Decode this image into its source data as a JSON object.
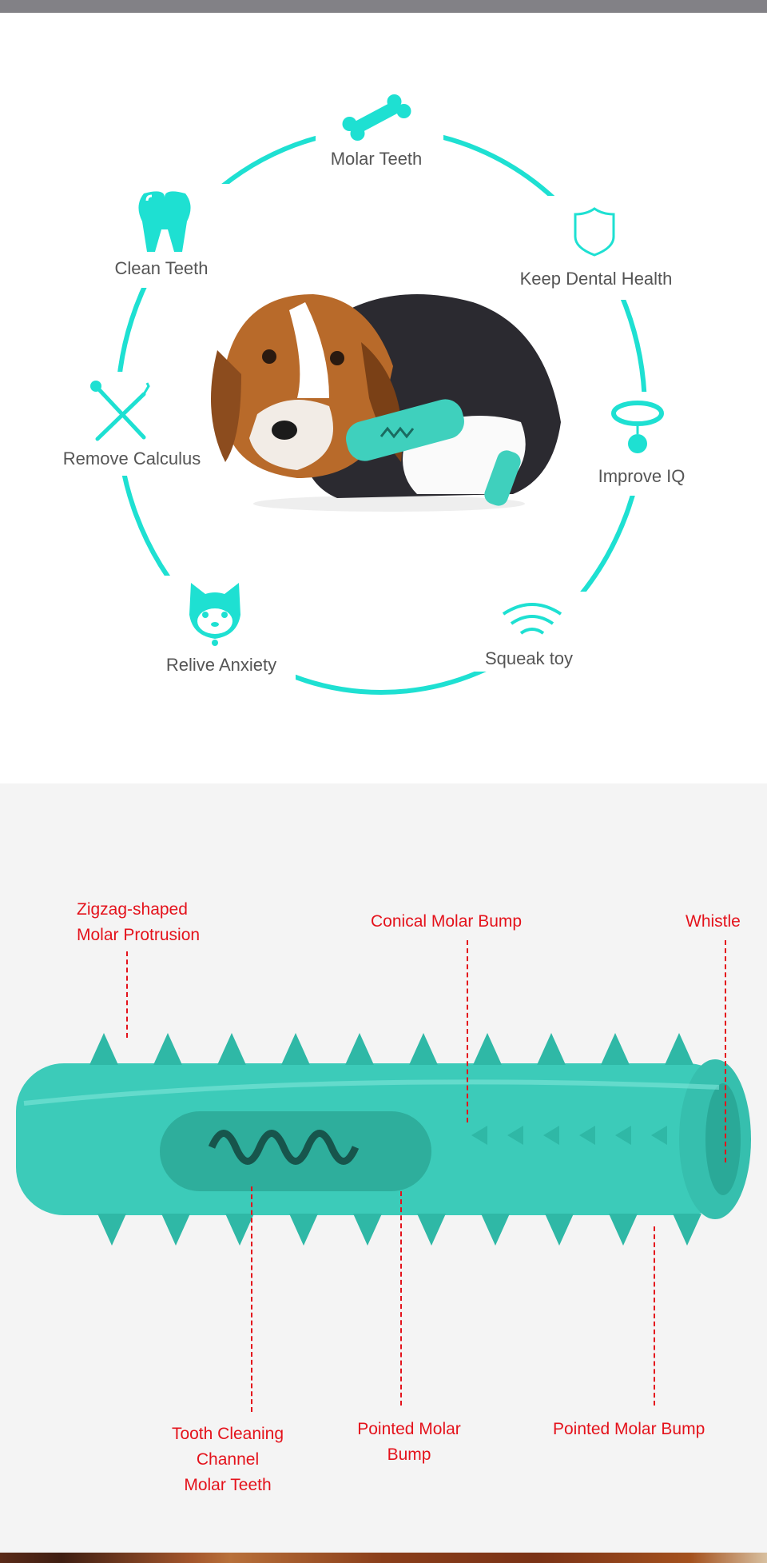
{
  "benefits": {
    "accent_color": "#1ee0d2",
    "items": [
      {
        "label": "Molar Teeth",
        "icon": "bone-icon"
      },
      {
        "label": "Clean Teeth",
        "icon": "tooth-icon"
      },
      {
        "label": "Keep Dental Health",
        "icon": "shield-icon"
      },
      {
        "label": "Remove Calculus",
        "icon": "dental-tools-icon"
      },
      {
        "label": "Improve IQ",
        "icon": "collar-icon"
      },
      {
        "label": "Relive Anxiety",
        "icon": "shiba-face-icon"
      },
      {
        "label": "Squeak toy",
        "icon": "sound-waves-icon"
      }
    ]
  },
  "features": {
    "label_color": "#e4121b",
    "zigzag_line1": "Zigzag-shaped",
    "zigzag_line2": "Molar Protrusion",
    "conical": "Conical Molar Bump",
    "whistle": "Whistle",
    "channel_line1": "Tooth Cleaning",
    "channel_line2": "Channel",
    "channel_line3": "Molar Teeth",
    "pointed1_line1": "Pointed Molar",
    "pointed1_line2": "Bump",
    "pointed2": "Pointed Molar Bump"
  }
}
